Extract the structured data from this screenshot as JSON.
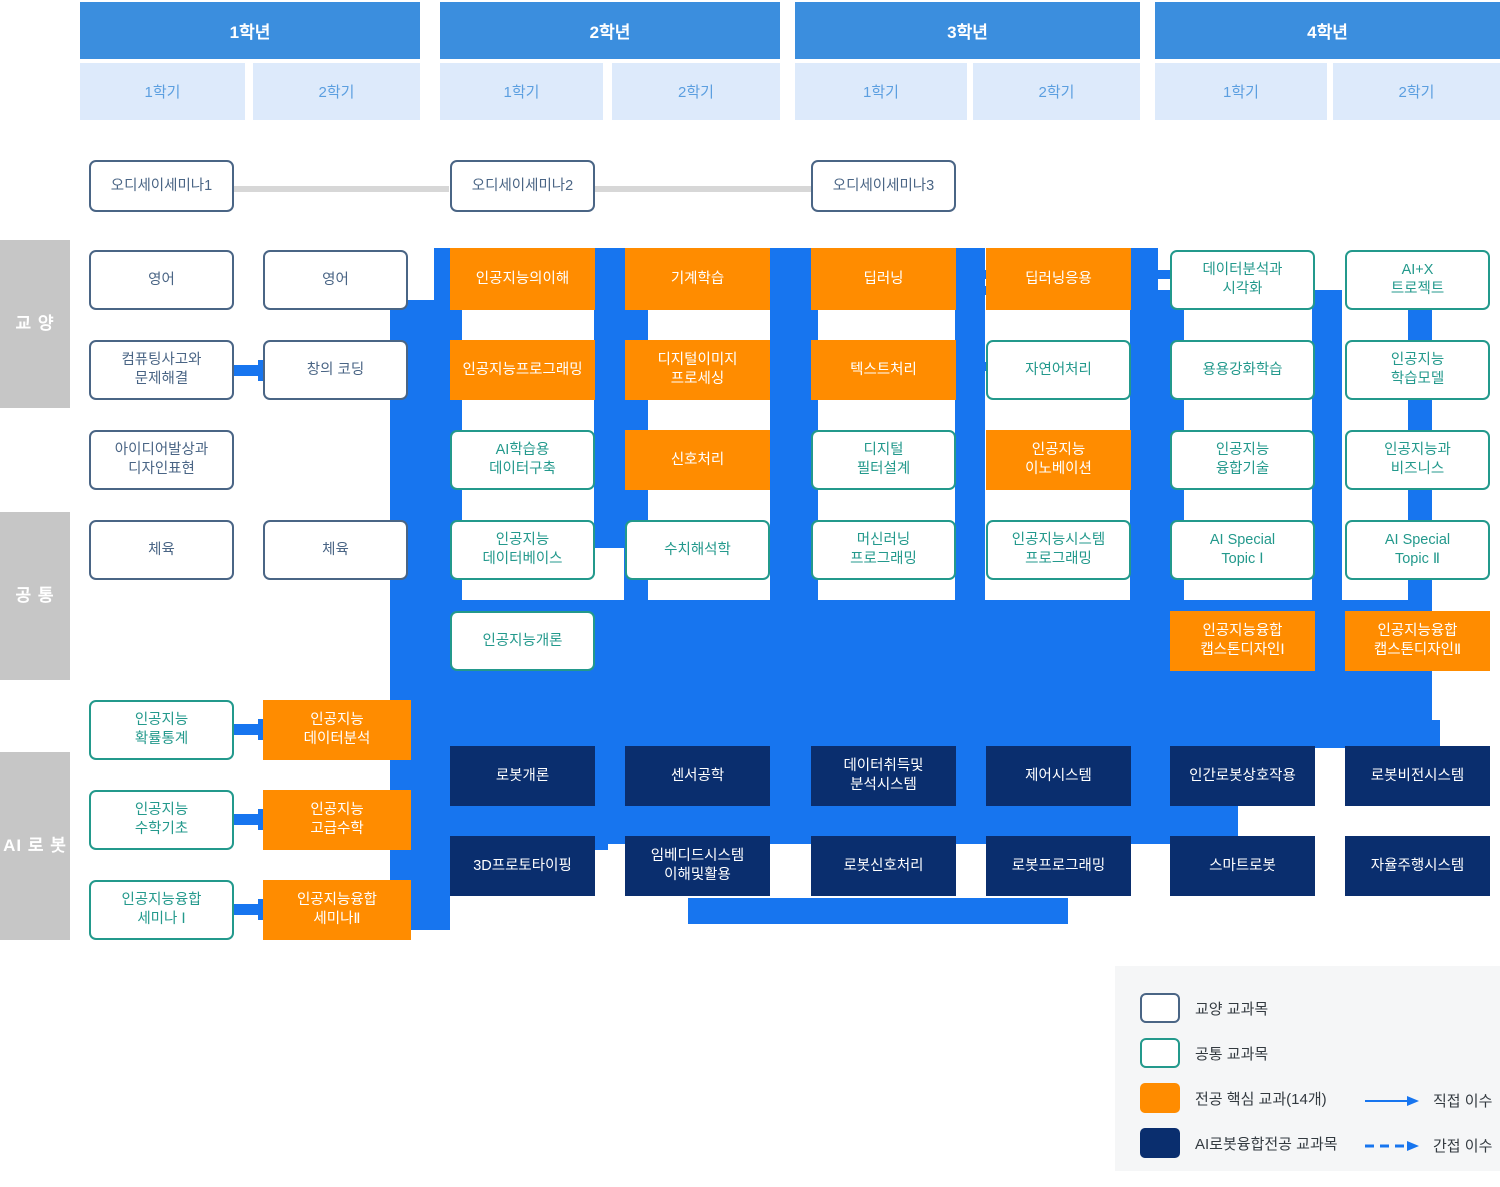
{
  "header": {
    "years": [
      {
        "label": "1학년",
        "semesters": [
          "1학기",
          "2학기"
        ]
      },
      {
        "label": "2학년",
        "semesters": [
          "1학기",
          "2학기"
        ]
      },
      {
        "label": "3학년",
        "semesters": [
          "1학기",
          "2학기"
        ]
      },
      {
        "label": "4학년",
        "semesters": [
          "1학기",
          "2학기"
        ]
      }
    ]
  },
  "categories": [
    {
      "label": "교 양"
    },
    {
      "label": "공 통"
    },
    {
      "label": "AI 로 봇"
    }
  ],
  "seminars": [
    {
      "label": "오디세이세미나1"
    },
    {
      "label": "오디세이세미나2"
    },
    {
      "label": "오디세이세미나3"
    }
  ],
  "courses": {
    "y1s1": [
      {
        "label": "영어",
        "type": "gyoyang"
      },
      {
        "label": "컴퓨팅사고와\n문제해결",
        "type": "gyoyang"
      },
      {
        "label": "아이디어발상과\n디자인표현",
        "type": "gyoyang"
      },
      {
        "label": "체육",
        "type": "gyoyang"
      },
      {
        "label": "인공지능\n확률통계",
        "type": "gongtong"
      },
      {
        "label": "인공지능\n수학기초",
        "type": "gongtong"
      },
      {
        "label": "인공지능융합\n세미나 Ⅰ",
        "type": "gongtong"
      }
    ],
    "y1s2": [
      {
        "label": "영어",
        "type": "gyoyang"
      },
      {
        "label": "창의 코딩",
        "type": "gyoyang"
      },
      {
        "label": "체육",
        "type": "gyoyang"
      },
      {
        "label": "인공지능\n데이터분석",
        "type": "core"
      },
      {
        "label": "인공지능\n고급수학",
        "type": "core"
      },
      {
        "label": "인공지능융합\n세미나Ⅱ",
        "type": "core"
      }
    ],
    "y2s1": [
      {
        "label": "인공지능의이해",
        "type": "core"
      },
      {
        "label": "인공지능프로그래밍",
        "type": "core"
      },
      {
        "label": "AI학습용\n데이터구축",
        "type": "gongtong"
      },
      {
        "label": "인공지능\n데이터베이스",
        "type": "gongtong"
      },
      {
        "label": "인공지능개론",
        "type": "gongtong"
      },
      {
        "label": "로봇개론",
        "type": "major"
      },
      {
        "label": "3D프로토타이핑",
        "type": "major"
      }
    ],
    "y2s2": [
      {
        "label": "기계학습",
        "type": "core"
      },
      {
        "label": "디지털이미지\n프로세싱",
        "type": "core"
      },
      {
        "label": "신호처리",
        "type": "core"
      },
      {
        "label": "수치해석학",
        "type": "gongtong"
      },
      {
        "label": "센서공학",
        "type": "major"
      },
      {
        "label": "임베디드시스템\n이해및활용",
        "type": "major"
      }
    ],
    "y3s1": [
      {
        "label": "딥러닝",
        "type": "core"
      },
      {
        "label": "텍스트처리",
        "type": "core"
      },
      {
        "label": "디지털\n필터설계",
        "type": "gongtong"
      },
      {
        "label": "머신러닝\n프로그래밍",
        "type": "gongtong"
      },
      {
        "label": "데이터취득및\n분석시스템",
        "type": "major"
      },
      {
        "label": "로봇신호처리",
        "type": "major"
      }
    ],
    "y3s2": [
      {
        "label": "딥러닝응용",
        "type": "core"
      },
      {
        "label": "자연어처리",
        "type": "gongtong"
      },
      {
        "label": "인공지능\n이노베이션",
        "type": "core"
      },
      {
        "label": "인공지능시스템\n프로그래밍",
        "type": "gongtong"
      },
      {
        "label": "제어시스템",
        "type": "major"
      },
      {
        "label": "로봇프로그래밍",
        "type": "major"
      }
    ],
    "y4s1": [
      {
        "label": "데이터분석과\n시각화",
        "type": "gongtong"
      },
      {
        "label": "용용강화학습",
        "type": "gongtong"
      },
      {
        "label": "인공지능\n융합기술",
        "type": "gongtong"
      },
      {
        "label": "AI Special\nTopic Ⅰ",
        "type": "gongtong"
      },
      {
        "label": "인공지능융합\n캡스톤디자인Ⅰ",
        "type": "core"
      },
      {
        "label": "인간로봇상호작용",
        "type": "major"
      },
      {
        "label": "스마트로봇",
        "type": "major"
      }
    ],
    "y4s2": [
      {
        "label": "AI+X\n트로젝트",
        "type": "gongtong"
      },
      {
        "label": "인공지능\n학습모델",
        "type": "gongtong"
      },
      {
        "label": "인공지능과\n비즈니스",
        "type": "gongtong"
      },
      {
        "label": "AI Special\nTopic Ⅱ",
        "type": "gongtong"
      },
      {
        "label": "인공지능융합\n캡스톤디자인Ⅱ",
        "type": "core"
      },
      {
        "label": "로봇비전시스템",
        "type": "major"
      },
      {
        "label": "자율주행시스템",
        "type": "major"
      }
    ]
  },
  "legend": {
    "items": [
      {
        "swatch": "gyoyang",
        "label": "교양 교과목"
      },
      {
        "swatch": "gongtong",
        "label": "공통 교과목"
      },
      {
        "swatch": "core",
        "label": "전공 핵심 교과(14개)"
      },
      {
        "swatch": "major",
        "label": "AI로봇융합전공 교과목"
      }
    ],
    "arrows": [
      {
        "style": "solid",
        "label": "직접 이수"
      },
      {
        "style": "dashed",
        "label": "간접 이수"
      }
    ]
  },
  "colors": {
    "year_header": "#3b8ede",
    "semester_header": "#ddeafb",
    "category": "#c6c6c6",
    "connector": "#1775ef",
    "core": "#ff8c00",
    "major": "#0a2e6e",
    "gyoyang_border": "#4a6585",
    "gongtong_border": "#23998c"
  }
}
